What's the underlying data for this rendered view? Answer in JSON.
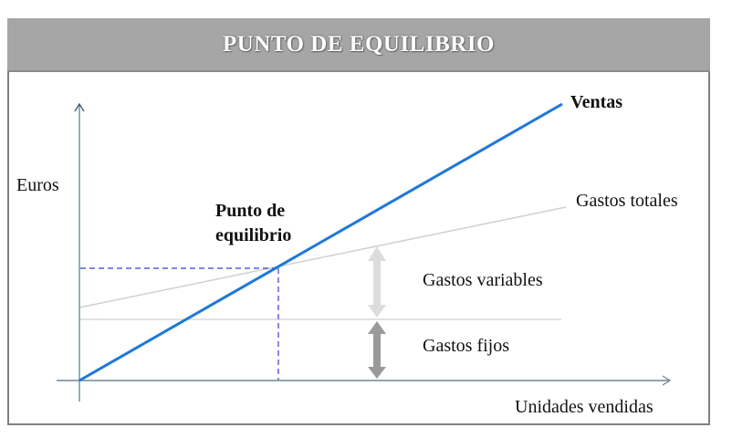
{
  "header": {
    "title": "PUNTO DE EQUILIBRIO"
  },
  "labels": {
    "y_axis": "Euros",
    "x_axis": "Unidades vendidas",
    "ventas": "Ventas",
    "gastos_totales": "Gastos totales",
    "gastos_variables": "Gastos variables",
    "gastos_fijos": "Gastos fijos",
    "punto_line1": "Punto de",
    "punto_line2": "equilibrio"
  },
  "colors": {
    "header_bg": "#a6a6a6",
    "ventas_line": "#1f78d8",
    "gastos_totales_line": "#d0d0d0",
    "gastos_fijos_line": "#d8d8d8",
    "axis": "#5f7f8f",
    "dashed": "#3a3ad0",
    "arrow_variables": "#dcdcdc",
    "arrow_fijos": "#9a9a9a"
  },
  "chart_data": {
    "type": "line",
    "title": "PUNTO DE EQUILIBRIO",
    "xlabel": "Unidades vendidas",
    "ylabel": "Euros",
    "series": [
      {
        "name": "Ventas",
        "points": [
          [
            0,
            0
          ],
          [
            1,
            1
          ]
        ]
      },
      {
        "name": "Gastos totales",
        "points": [
          [
            0,
            0.27
          ],
          [
            1,
            0.63
          ]
        ]
      },
      {
        "name": "Gastos fijos",
        "points": [
          [
            0,
            0.22
          ],
          [
            1,
            0.22
          ]
        ]
      }
    ],
    "annotations": [
      "Punto de equilibrio",
      "Gastos variables",
      "Gastos fijos"
    ],
    "break_even": [
      0.41,
      0.41
    ],
    "grid": false,
    "ticks": "none"
  }
}
